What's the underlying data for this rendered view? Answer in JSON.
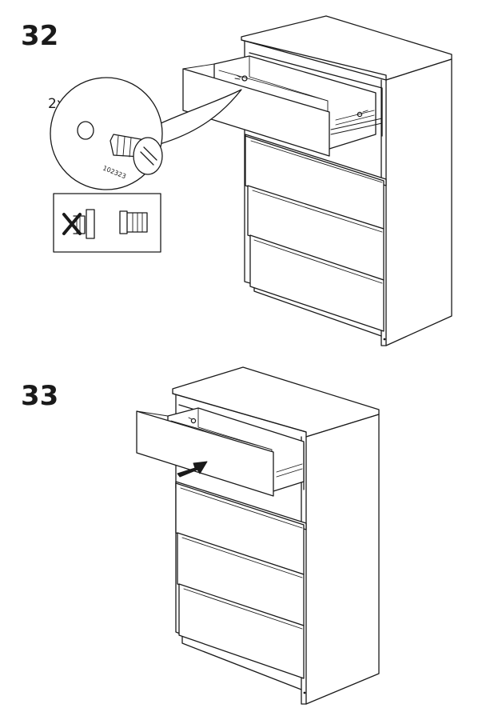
{
  "steps": [
    {
      "number": "32",
      "quantity": "2x",
      "part_number": "102323"
    },
    {
      "number": "33"
    }
  ]
}
